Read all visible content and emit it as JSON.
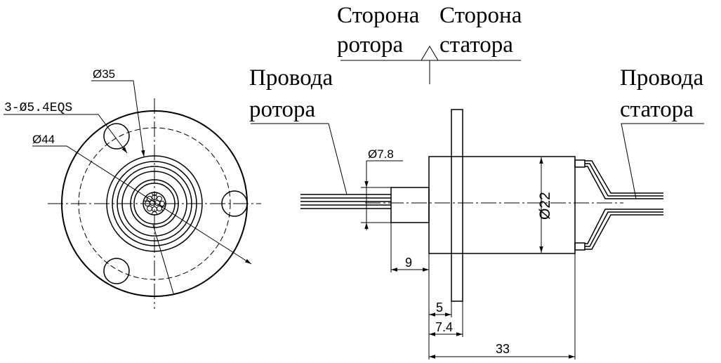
{
  "labels": {
    "rotor_side_1": "Сторона",
    "rotor_side_2": "ротора",
    "stator_side_1": "Сторона",
    "stator_side_2": "статора",
    "rotor_wires_1": "Провода",
    "rotor_wires_2": "ротора",
    "stator_wires_1": "Провода",
    "stator_wires_2": "статора"
  },
  "dimensions": {
    "d35": "Ø35",
    "holes": "3-Ø5.4EQS",
    "d44": "Ø44",
    "d7_8": "Ø7.8",
    "d22": "Ø22",
    "len9": "9",
    "len5": "5",
    "len7_4": "7.4",
    "len33": "33"
  },
  "colors": {
    "ink": "#000000",
    "paper": "#ffffff"
  }
}
